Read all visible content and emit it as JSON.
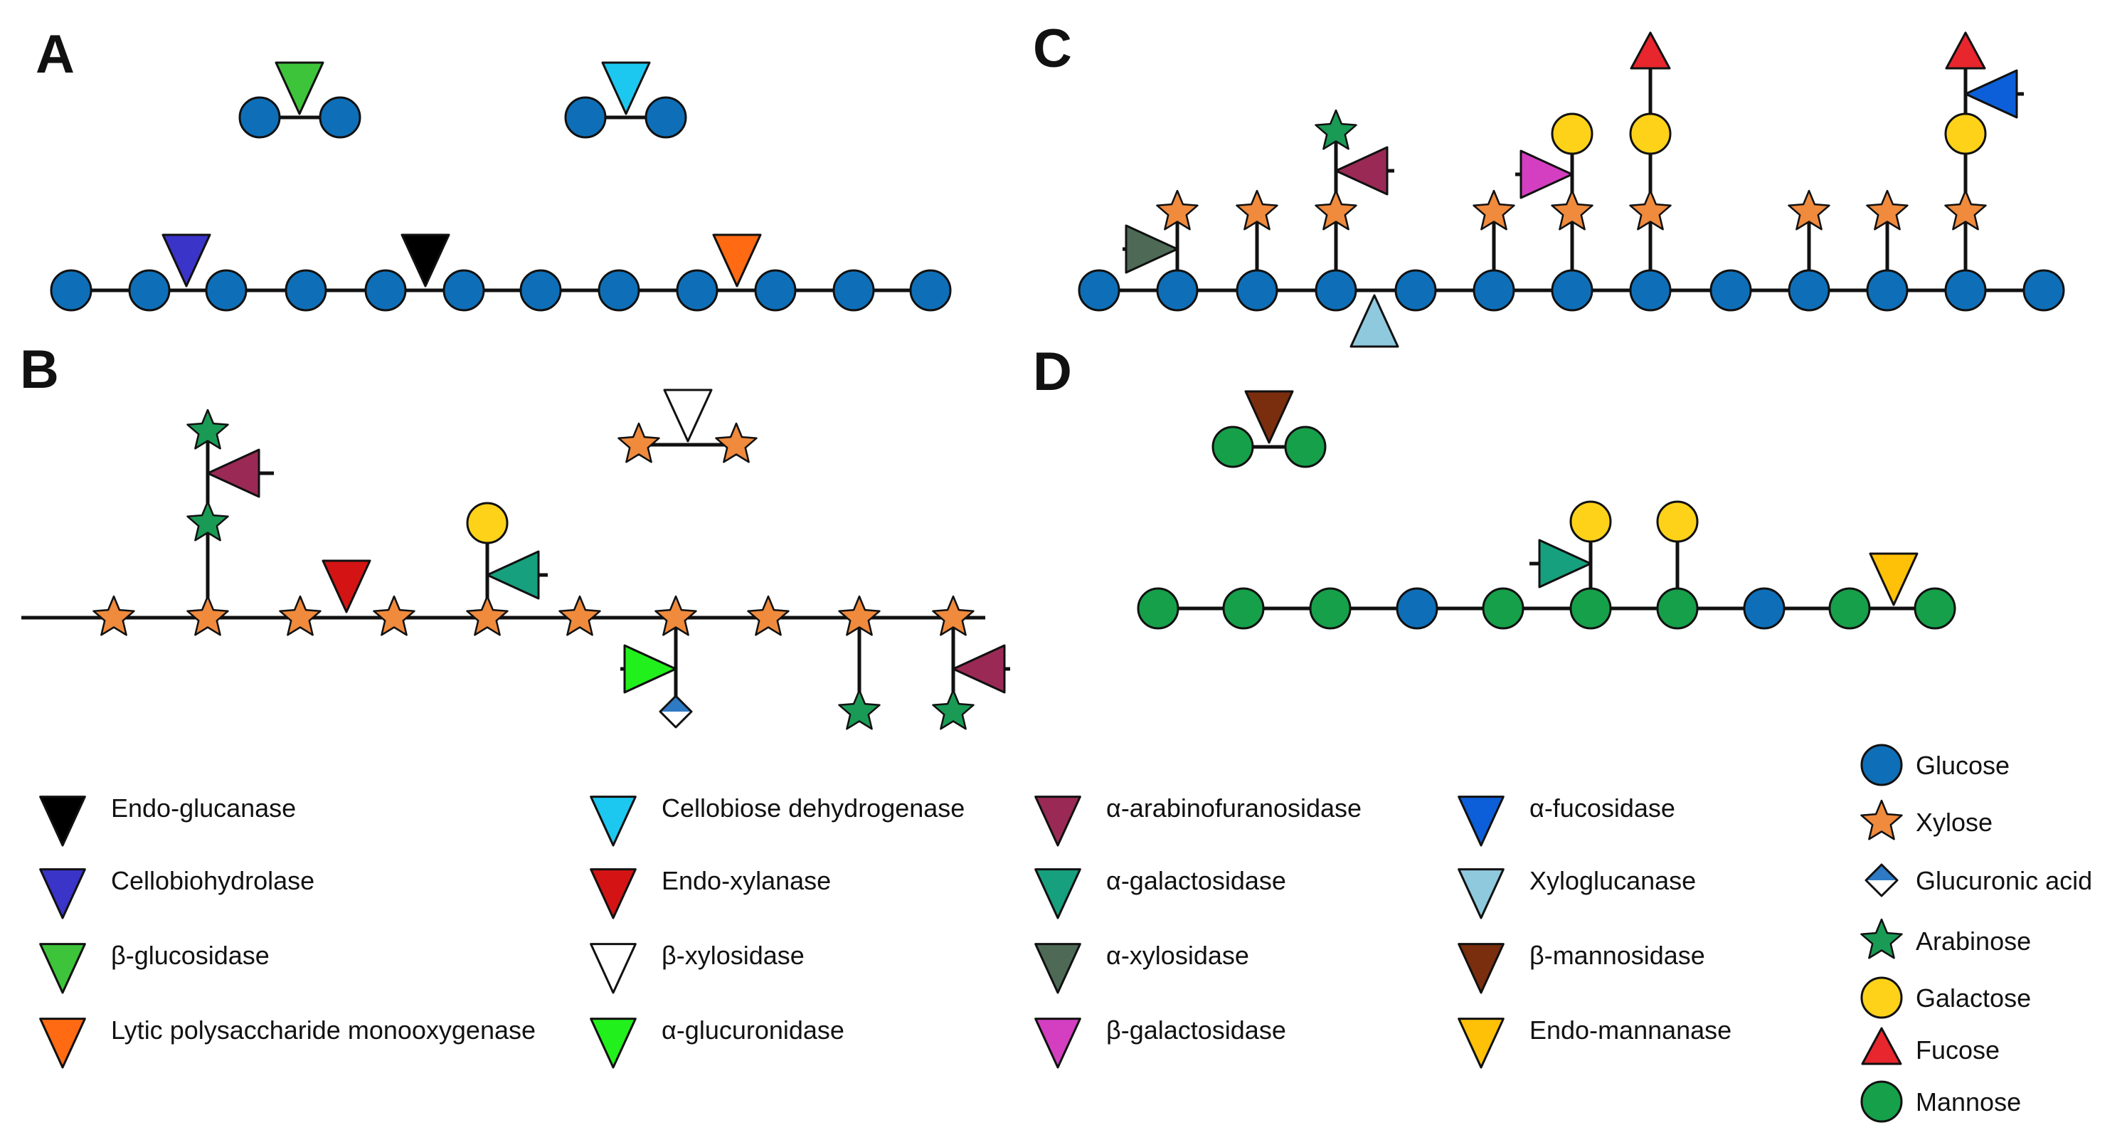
{
  "panels": {
    "a": "A",
    "b": "B",
    "c": "C",
    "d": "D"
  },
  "colors": {
    "glucose": "#0e6fb8",
    "xylose": "#f08a3c",
    "arabinose": "#1a9b55",
    "galactose": "#ffd21a",
    "fucose": "#e8262d",
    "mannose": "#16a04a",
    "glucuronic_acid": "#2e7ac4",
    "line": "#111111",
    "outline": "#111111"
  },
  "enzyme_legend": [
    {
      "key": "endo_glucanase",
      "label": "Endo-glucanase",
      "color": "#000000"
    },
    {
      "key": "cellobiohydrolase",
      "label": "Cellobiohydrolase",
      "color": "#3b34c8"
    },
    {
      "key": "beta_glucosidase",
      "label": "β-glucosidase",
      "color": "#3ec43a"
    },
    {
      "key": "lpmo",
      "label": "Lytic polysaccharide monooxygenase",
      "color": "#ff6a12"
    },
    {
      "key": "cellobiose_dehydrogenase",
      "label": "Cellobiose dehydrogenase",
      "color": "#1cc8f0"
    },
    {
      "key": "endo_xylanase",
      "label": "Endo-xylanase",
      "color": "#d41414"
    },
    {
      "key": "beta_xylosidase",
      "label": "β-xylosidase",
      "color": "#ffffff"
    },
    {
      "key": "alpha_glucuronidase",
      "label": "α-glucuronidase",
      "color": "#22f01c"
    },
    {
      "key": "alpha_arabinofuranosidase",
      "label": "α-arabinofuranosidase",
      "color": "#9a2a55"
    },
    {
      "key": "alpha_galactosidase",
      "label": "α-galactosidase",
      "color": "#16a07e"
    },
    {
      "key": "alpha_xylosidase",
      "label": "α-xylosidase",
      "color": "#4e6a56"
    },
    {
      "key": "beta_galactosidase",
      "label": "β-galactosidase",
      "color": "#d33fc0"
    },
    {
      "key": "alpha_fucosidase",
      "label": "α-fucosidase",
      "color": "#0c5fd8"
    },
    {
      "key": "xyloglucanase",
      "label": "Xyloglucanase",
      "color": "#8ec9de"
    },
    {
      "key": "beta_mannosidase",
      "label": "β-mannosidase",
      "color": "#7a2e0e"
    },
    {
      "key": "endo_mannanase",
      "label": "Endo-mannanase",
      "color": "#ffc107"
    }
  ],
  "sugar_legend": [
    {
      "key": "glucose",
      "label": "Glucose"
    },
    {
      "key": "xylose",
      "label": "Xylose"
    },
    {
      "key": "glucuronic_acid",
      "label": "Glucuronic acid"
    },
    {
      "key": "arabinose",
      "label": "Arabinose"
    },
    {
      "key": "galactose",
      "label": "Galactose"
    },
    {
      "key": "fucose",
      "label": "Fucose"
    },
    {
      "key": "mannose",
      "label": "Mannose"
    }
  ]
}
